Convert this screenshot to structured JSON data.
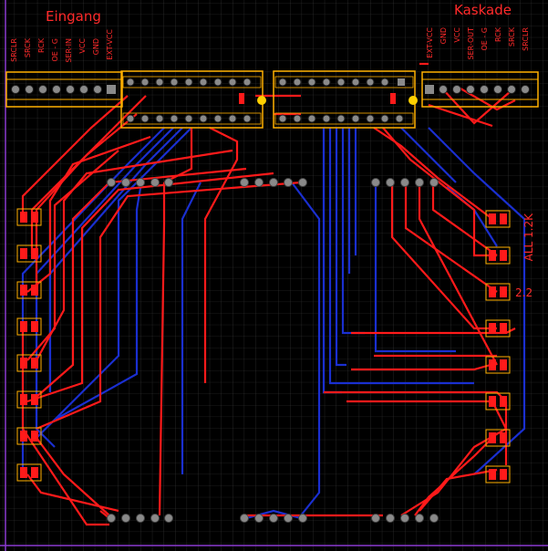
{
  "input_header": {
    "title": "Eingang",
    "pins": [
      "SRCLR",
      "SRCK",
      "RCK",
      "OE - G",
      "SER-IN",
      "VCC",
      "GND",
      "EXT-VCC"
    ]
  },
  "cascade_header": {
    "title": "Kaskade",
    "pins": [
      "EXT-VCC",
      "GND",
      "VCC",
      "SER-OUT",
      "OE - G",
      "RCK",
      "SRCK",
      "SRCLR"
    ]
  },
  "annotations": {
    "resistor_value": "ALL 1.2K",
    "version": "2.2"
  },
  "colors": {
    "background": "#000000",
    "grid": "#3a3a3a",
    "top_copper": "#ff1a1a",
    "bottom_copper": "#1a2fd0",
    "silkscreen": "#ff3030",
    "outline": "#ffb000",
    "via": "#8a8a8a",
    "board_edge": "#8a3ad0"
  }
}
